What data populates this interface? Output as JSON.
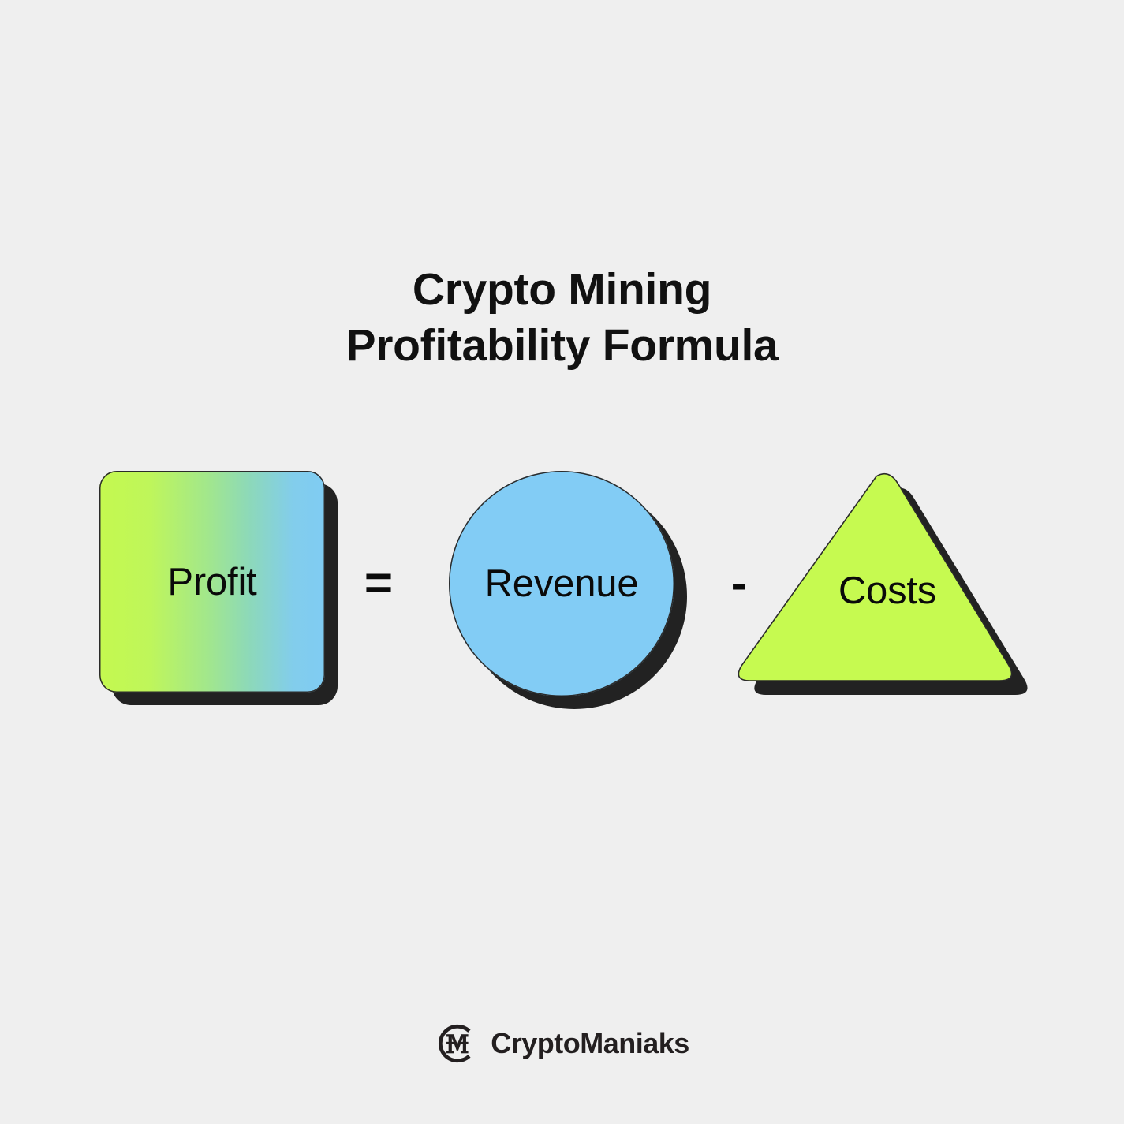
{
  "background_color": "#EFEFEF",
  "title": {
    "line1": "Crypto Mining",
    "line2": "Profitability Formula",
    "color": "#111111"
  },
  "formula": {
    "expression": "Profit = Revenue - Costs",
    "terms": [
      {
        "label": "Profit",
        "shape": "rounded-square",
        "fill": "gradient",
        "gradient_from": "#C4F94F",
        "gradient_to": "#7FCCF3",
        "shadow_color": "#222222"
      },
      {
        "label": "Revenue",
        "shape": "circle",
        "fill": "#82CCF5",
        "shadow_color": "#222222"
      },
      {
        "label": "Costs",
        "shape": "rounded-triangle",
        "fill": "#C6FA50",
        "shadow_color": "#222222"
      }
    ],
    "operators": {
      "equals": "=",
      "minus": "-"
    }
  },
  "brand": {
    "name": "CryptoManiaks",
    "mark_letter": "M",
    "color": "#231F20"
  }
}
